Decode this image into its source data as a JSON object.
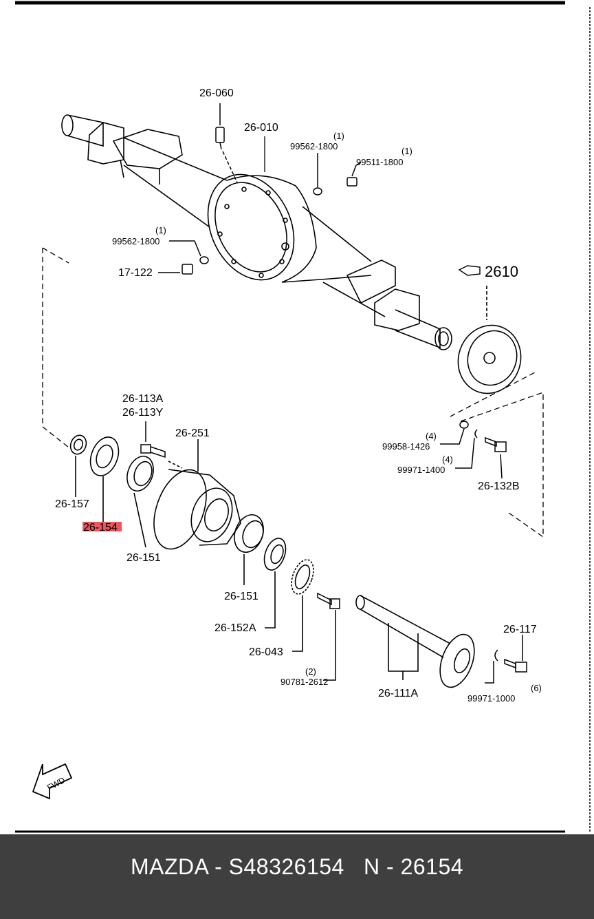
{
  "diagram": {
    "labels": {
      "p26_060": "26-060",
      "p26_010": "26-010",
      "p99562_1800_top": "99562-1800",
      "p99562_1800_top_qty": "(1)",
      "p99511_1800": "99511-1800",
      "p99511_1800_qty": "(1)",
      "p99562_1800_left": "99562-1800",
      "p99562_1800_left_qty": "(1)",
      "p17_122": "17-122",
      "p2610": "2610",
      "p26_113A": "26-113A",
      "p26_113Y": "26-113Y",
      "p26_251": "26-251",
      "p26_157": "26-157",
      "p26_154": "26-154",
      "p26_151a": "26-151",
      "p26_151b": "26-151",
      "p26_152A": "26-152A",
      "p26_043": "26-043",
      "p90781_2612": "90781-2612",
      "p90781_2612_qty": "(2)",
      "p26_111A": "26-111A",
      "p26_117": "26-117",
      "p99971_1000": "99971-1000",
      "p99971_1000_qty": "(6)",
      "p99958_1426": "99958-1426",
      "p99958_1426_qty": "(4)",
      "p99971_1400": "99971-1400",
      "p99971_1400_qty": "(4)",
      "p26_132B": "26-132B",
      "fwd": "FWD"
    },
    "highlight_color": "#e8585c"
  },
  "footer": {
    "text": "MAZDA - S48326154   N - 26154",
    "background": "#3f3f3f"
  }
}
